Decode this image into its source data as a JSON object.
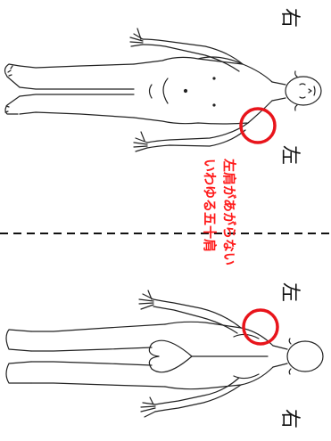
{
  "labels": {
    "top_right": "右",
    "top_left": "左",
    "bottom_left": "左",
    "bottom_right": "右"
  },
  "caption": {
    "line1": "左肩があがらない",
    "line2": "いわゆる五十肩"
  },
  "colors": {
    "highlight": "#e8141b",
    "outline": "#222222",
    "divider": "#111111"
  }
}
